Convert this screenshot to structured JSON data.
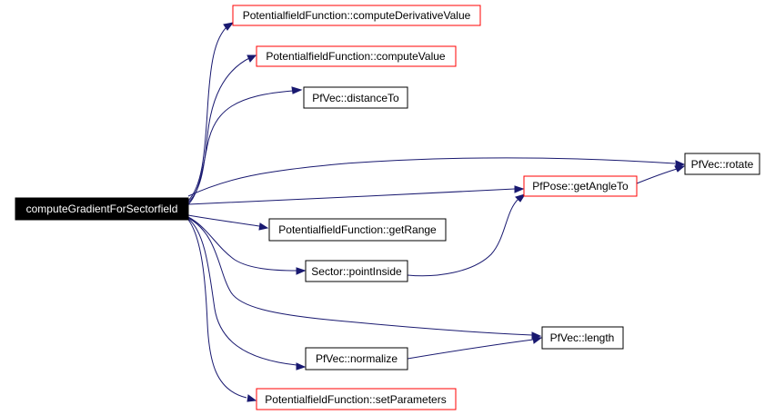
{
  "graph": {
    "root": "computeGradientForSectorfield",
    "nodes": {
      "root": "computeGradientForSectorfield",
      "n_cdv": "PotentialfieldFunction::computeDerivativeValue",
      "n_cv": "PotentialfieldFunction::computeValue",
      "n_dist": "PfVec::distanceTo",
      "n_rotate": "PfVec::rotate",
      "n_angle": "PfPose::getAngleTo",
      "n_range": "PotentialfieldFunction::getRange",
      "n_inside": "Sector::pointInside",
      "n_length": "PfVec::length",
      "n_norm": "PfVec::normalize",
      "n_setp": "PotentialfieldFunction::setParameters"
    },
    "edges": [
      [
        "root",
        "n_cdv"
      ],
      [
        "root",
        "n_cv"
      ],
      [
        "root",
        "n_dist"
      ],
      [
        "root",
        "n_rotate"
      ],
      [
        "root",
        "n_angle"
      ],
      [
        "root",
        "n_range"
      ],
      [
        "root",
        "n_inside"
      ],
      [
        "root",
        "n_length"
      ],
      [
        "root",
        "n_norm"
      ],
      [
        "root",
        "n_setp"
      ],
      [
        "n_angle",
        "n_rotate"
      ],
      [
        "n_inside",
        "n_angle"
      ],
      [
        "n_norm",
        "n_length"
      ]
    ],
    "colors": {
      "edge": "#191970",
      "root_fill": "#000000",
      "root_text": "#ffffff",
      "border_documented": "#000000",
      "border_undocumented": "#ff0000"
    }
  }
}
